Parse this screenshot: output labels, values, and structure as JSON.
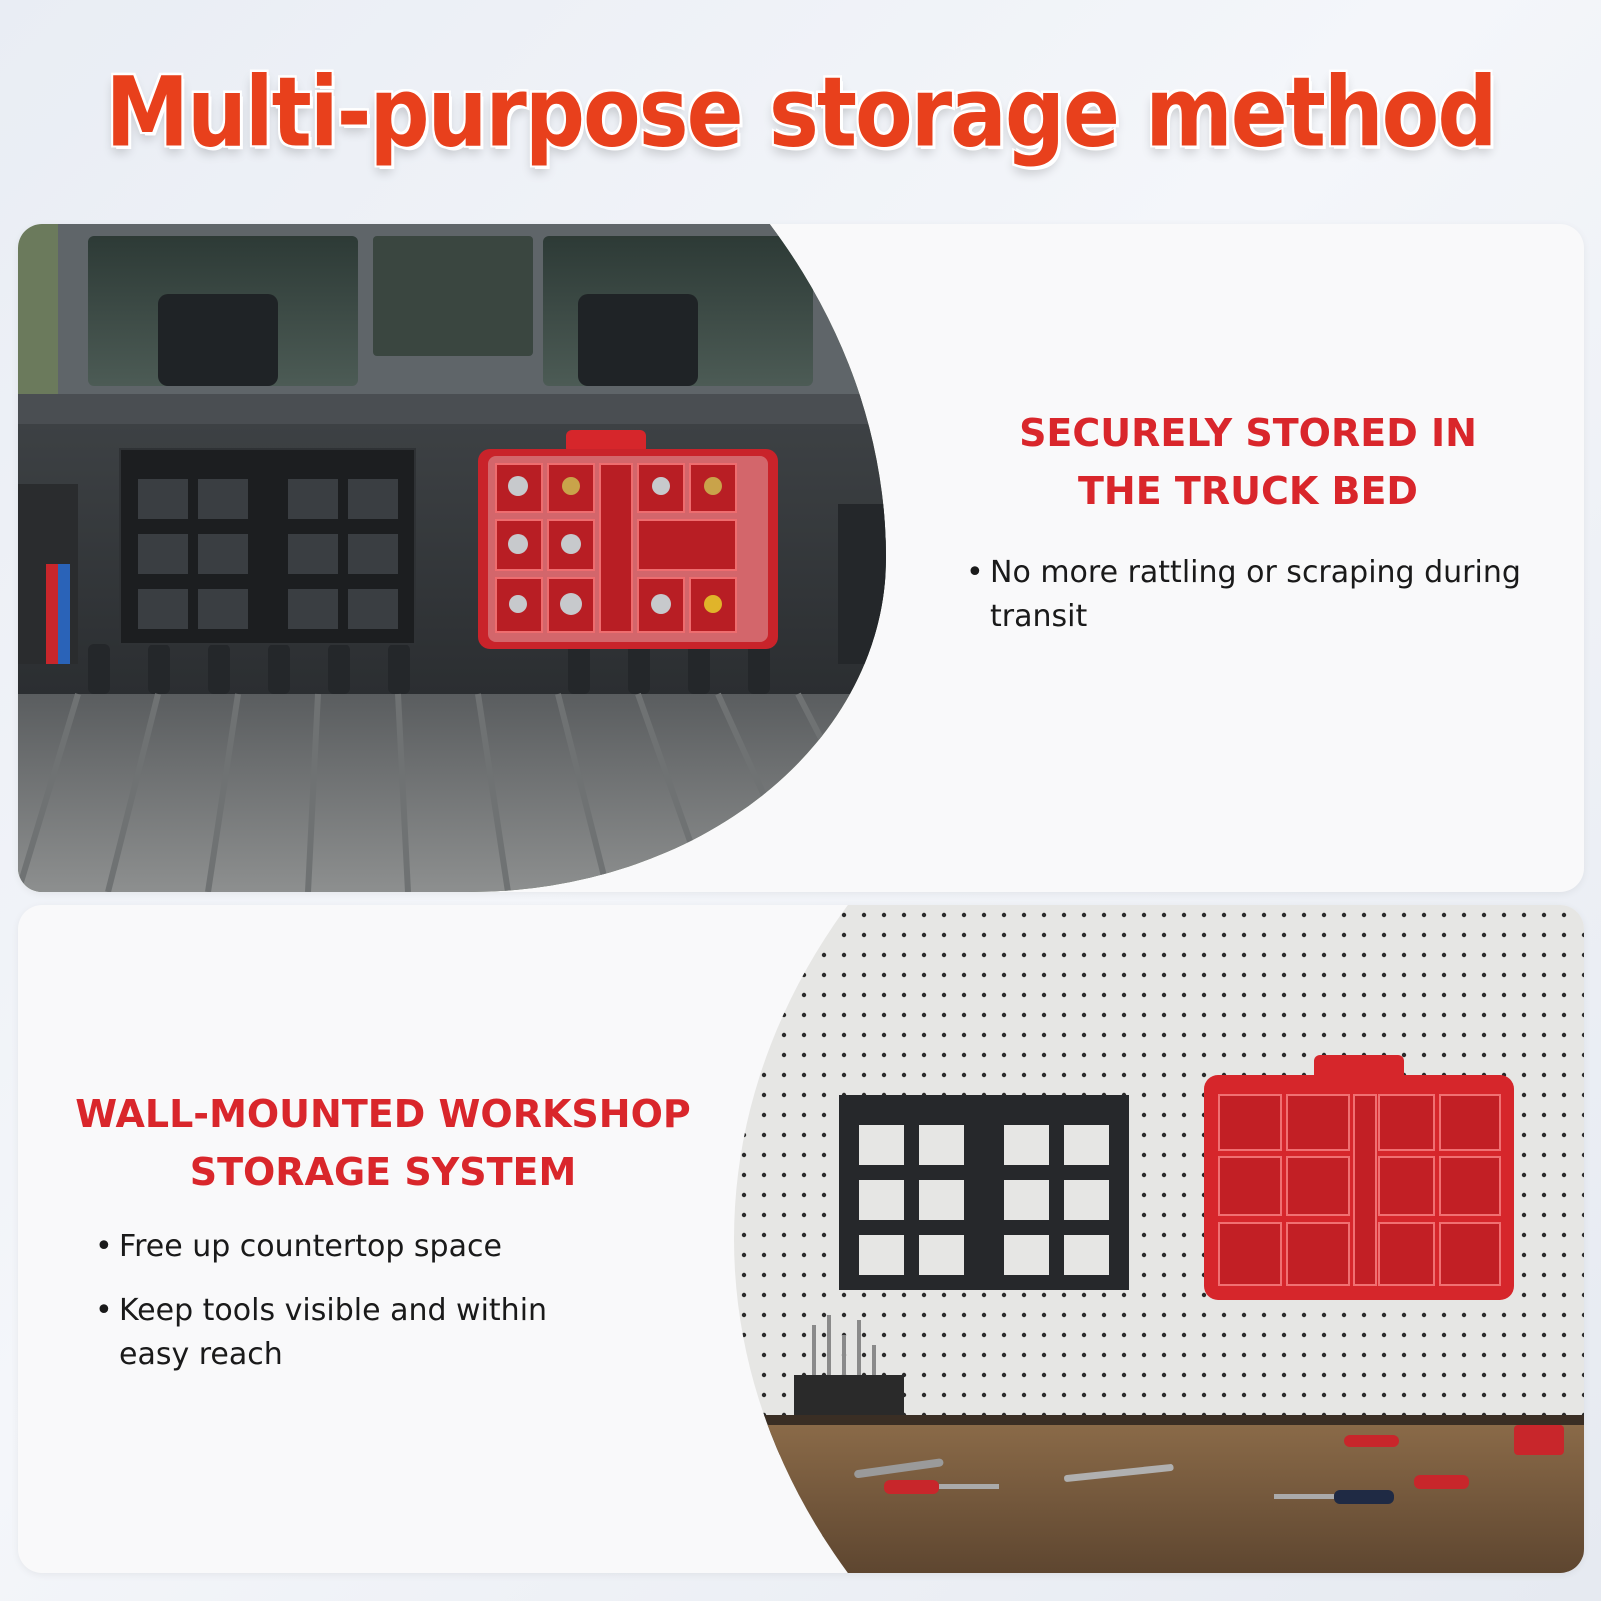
{
  "title": "Multi-purpose storage method",
  "truck_section": {
    "heading_line1": "SECURELY STORED IN",
    "heading_line2": "THE TRUCK BED",
    "bullets": [
      "No more rattling or scraping during transit"
    ]
  },
  "wall_section": {
    "heading_line1": "WALL-MOUNTED WORKSHOP",
    "heading_line2": "STORAGE SYSTEM",
    "bullets": [
      "Free up countertop space",
      "Keep tools visible and within easy reach"
    ]
  },
  "colors": {
    "title": "#e8401c",
    "heading": "#d9262b",
    "organizer_red": "#d6262b",
    "panel_black": "#26282b"
  }
}
